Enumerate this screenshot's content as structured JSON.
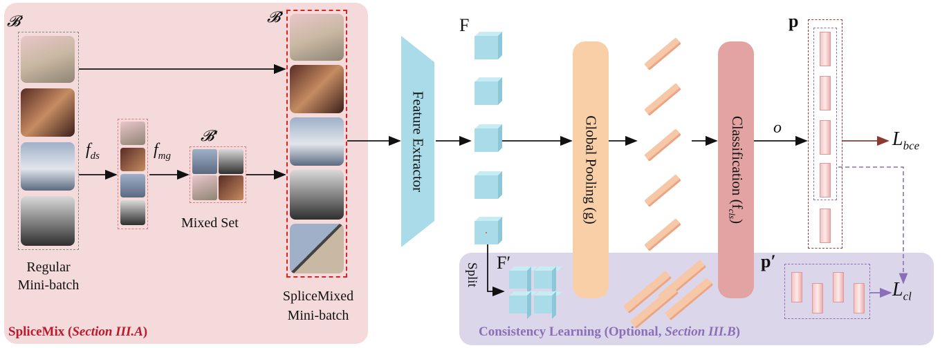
{
  "left_panel": {
    "batch_label": "𝓑",
    "batch_hat_label": "𝓑̂",
    "batch_prime_label": "𝓑′",
    "fds": "f",
    "fds_sub": "ds",
    "fmg": "f",
    "fmg_sub": "mg",
    "mixed_set": "Mixed Set",
    "regular_line1": "Regular",
    "regular_line2": "Mini-batch",
    "splice_line1": "SpliceMixed",
    "splice_line2": "Mini-batch",
    "footer_name": "SpliceMix (",
    "footer_section": "Section III.A",
    "footer_close": ")"
  },
  "pipeline": {
    "feature_extractor": "Feature Extractor",
    "F_label": "F",
    "global_pooling": "Global Pooling (g)",
    "classification": "Classification (f",
    "classification_sub": "cls",
    "classification_close": ")",
    "o_label": "o",
    "p_label": "p",
    "loss_bce": "L",
    "loss_bce_sub": "bce"
  },
  "consistency": {
    "split_label": "Split",
    "F_prime_label": "F′",
    "p_prime_label": "p′",
    "loss_cl": "L",
    "loss_cl_sub": "cl",
    "footer_name": "Consistency Learning (Optional, ",
    "footer_section": "Section III.B",
    "footer_close": ")"
  },
  "colors": {
    "splicemix_red": "#c0172a",
    "consistency_purple": "#8a6fb8",
    "extractor_blue": "#a9dbe8",
    "pooling_orange": "#f8cfa6",
    "classify_red": "#e3a3a3",
    "loss_arrow_brown": "#8b3a33"
  }
}
